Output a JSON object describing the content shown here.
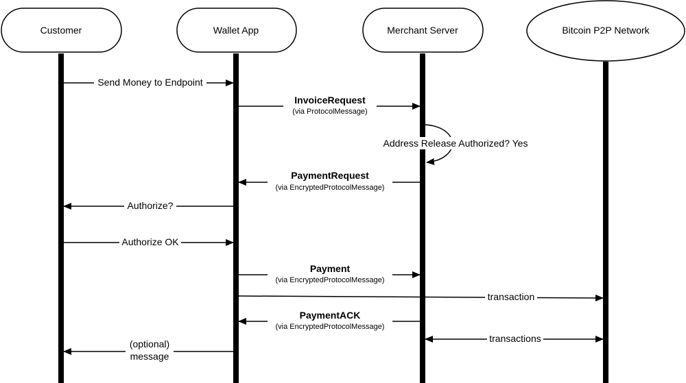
{
  "participants": [
    {
      "id": "customer",
      "label": "Customer",
      "shape": "rounded"
    },
    {
      "id": "wallet",
      "label": "Wallet App",
      "shape": "rounded"
    },
    {
      "id": "merchant",
      "label": "Merchant Server",
      "shape": "rounded"
    },
    {
      "id": "network",
      "label": "Bitcoin P2P Network",
      "shape": "ellipse"
    }
  ],
  "messages": [
    {
      "title": "Send Money to Endpoint",
      "subtitle": ""
    },
    {
      "title": "InvoiceRequest",
      "subtitle": "(via ProtocolMessage)"
    },
    {
      "title": "Address Release Authorized? Yes",
      "subtitle": ""
    },
    {
      "title": "PaymentRequest",
      "subtitle": "(via EncryptedProtocolMessage)"
    },
    {
      "title": "Authorize?",
      "subtitle": ""
    },
    {
      "title": "Authorize OK",
      "subtitle": ""
    },
    {
      "title": "Payment",
      "subtitle": "(via EncryptedProtocolMessage)"
    },
    {
      "title": "transaction",
      "subtitle": ""
    },
    {
      "title": "PaymentACK",
      "subtitle": "(via EncryptedProtocolMessage)"
    },
    {
      "title": "transactions",
      "subtitle": ""
    },
    {
      "title": "(optional)",
      "subtitle": "message"
    }
  ]
}
